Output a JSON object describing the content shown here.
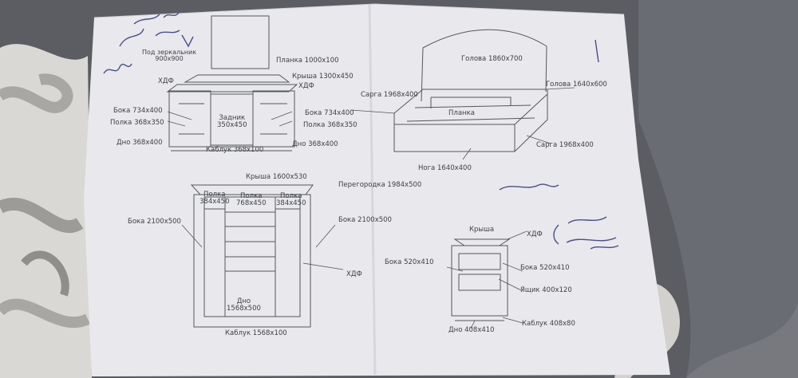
{
  "photo": {
    "colors": {
      "background_fabric": "#5b5d63",
      "paper": "#e9e9ed",
      "ink": "#3d3f44",
      "pen": "#4a4d8a"
    },
    "vanity": {
      "mirror": "Под зеркальник\n900x900",
      "top_strip": "Планка 1000x100",
      "roof": "Крыша 1300x450",
      "hdf_left": "ХДФ",
      "hdf_right": "ХДФ",
      "side_left": "Бока 734x400",
      "shelf_left": "Полка 368x350",
      "bottom_left": "Дно 368x400",
      "back": "Задник\n350x450",
      "plinth": "Каблук 368x100",
      "side_right": "Бока 734x400",
      "shelf_right": "Полка 368x350",
      "bottom_right": "Дно 368x400"
    },
    "bed": {
      "head": "Голова 1860x700",
      "head_foot": "Голова 1640x600",
      "rail_left": "Сарга 1968x400",
      "rail_right": "Сарга 1968x400",
      "slat": "Планка",
      "foot": "Нога 1640x400"
    },
    "wardrobe": {
      "roof": "Крыша 1600x530",
      "partition": "Перегородка 1984x500",
      "shelf_1": "Полка\n384x450",
      "shelf_2": "Полка\n768x450",
      "shelf_3": "Полка\n384x450",
      "side_left": "Бока 2100x500",
      "side_right": "Бока 2100x500",
      "hdf": "ХДФ",
      "bottom": "Дно\n1568x500",
      "plinth": "Каблук 1568x100"
    },
    "nightstand": {
      "roof": "Крыша",
      "hdf": "ХДФ",
      "side_left": "Бока 520x410",
      "side_right": "Бока 520x410",
      "drawer": "Ящик 400x120",
      "bottom": "Дно 408x410",
      "plinth": "Каблук 408x80"
    }
  }
}
